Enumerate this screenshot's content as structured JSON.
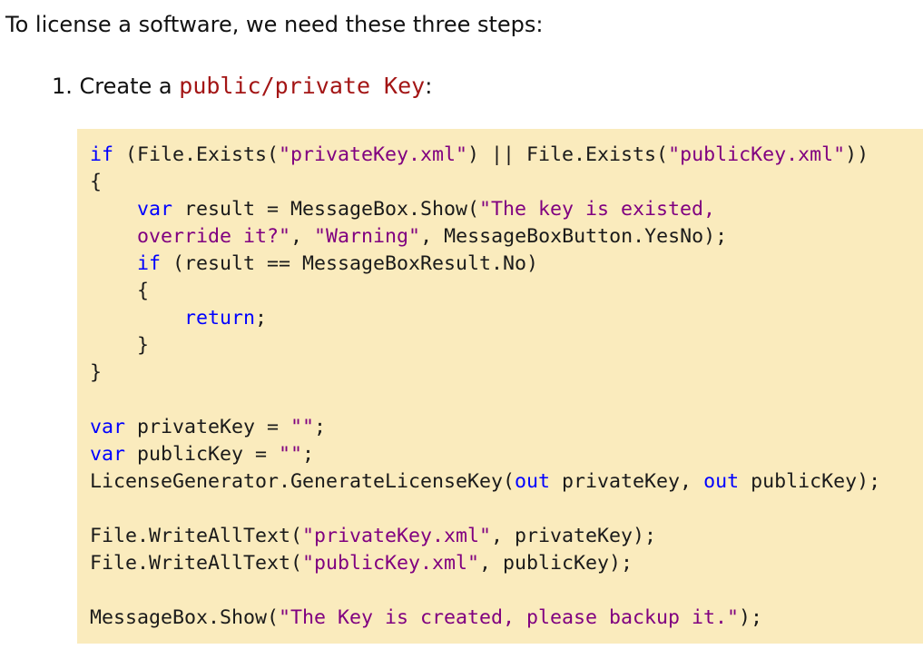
{
  "intro": {
    "text": "To license a software, we need these three steps:"
  },
  "steps": [
    {
      "number": "1.",
      "prefix": "Create a",
      "code": "public/private Key",
      "suffix": ":"
    }
  ],
  "colors": {
    "code_background": "#faebbd",
    "keyword": "#0000ff",
    "string": "#800080",
    "inline_code": "#a31515"
  },
  "code_block": {
    "language": "csharp",
    "lines": [
      [
        {
          "t": "kw",
          "v": "if"
        },
        {
          "t": "p",
          "v": " (File.Exists("
        },
        {
          "t": "s",
          "v": "\"privateKey.xml\""
        },
        {
          "t": "p",
          "v": ") || File.Exists("
        },
        {
          "t": "s",
          "v": "\"publicKey.xml\""
        },
        {
          "t": "p",
          "v": "))"
        }
      ],
      [
        {
          "t": "p",
          "v": "{"
        }
      ],
      [
        {
          "t": "p",
          "v": "    "
        },
        {
          "t": "kw",
          "v": "var"
        },
        {
          "t": "p",
          "v": " result = MessageBox.Show("
        },
        {
          "t": "s",
          "v": "\"The key is existed,"
        }
      ],
      [
        {
          "t": "p",
          "v": "    "
        },
        {
          "t": "s",
          "v": "override it?\""
        },
        {
          "t": "p",
          "v": ", "
        },
        {
          "t": "s",
          "v": "\"Warning\""
        },
        {
          "t": "p",
          "v": ", MessageBoxButton.YesNo);"
        }
      ],
      [
        {
          "t": "p",
          "v": "    "
        },
        {
          "t": "kw",
          "v": "if"
        },
        {
          "t": "p",
          "v": " (result == MessageBoxResult.No)"
        }
      ],
      [
        {
          "t": "p",
          "v": "    {"
        }
      ],
      [
        {
          "t": "p",
          "v": "        "
        },
        {
          "t": "kw",
          "v": "return"
        },
        {
          "t": "p",
          "v": ";"
        }
      ],
      [
        {
          "t": "p",
          "v": "    }"
        }
      ],
      [
        {
          "t": "p",
          "v": "}"
        }
      ],
      [],
      [
        {
          "t": "kw",
          "v": "var"
        },
        {
          "t": "p",
          "v": " privateKey = "
        },
        {
          "t": "s",
          "v": "\"\""
        },
        {
          "t": "p",
          "v": ";"
        }
      ],
      [
        {
          "t": "kw",
          "v": "var"
        },
        {
          "t": "p",
          "v": " publicKey = "
        },
        {
          "t": "s",
          "v": "\"\""
        },
        {
          "t": "p",
          "v": ";"
        }
      ],
      [
        {
          "t": "p",
          "v": "LicenseGenerator.GenerateLicenseKey("
        },
        {
          "t": "kw",
          "v": "out"
        },
        {
          "t": "p",
          "v": " privateKey, "
        },
        {
          "t": "kw",
          "v": "out"
        },
        {
          "t": "p",
          "v": " publicKey);"
        }
      ],
      [],
      [
        {
          "t": "p",
          "v": "File.WriteAllText("
        },
        {
          "t": "s",
          "v": "\"privateKey.xml\""
        },
        {
          "t": "p",
          "v": ", privateKey);"
        }
      ],
      [
        {
          "t": "p",
          "v": "File.WriteAllText("
        },
        {
          "t": "s",
          "v": "\"publicKey.xml\""
        },
        {
          "t": "p",
          "v": ", publicKey);"
        }
      ],
      [],
      [
        {
          "t": "p",
          "v": "MessageBox.Show("
        },
        {
          "t": "s",
          "v": "\"The Key is created, please backup it.\""
        },
        {
          "t": "p",
          "v": ");"
        }
      ]
    ]
  }
}
